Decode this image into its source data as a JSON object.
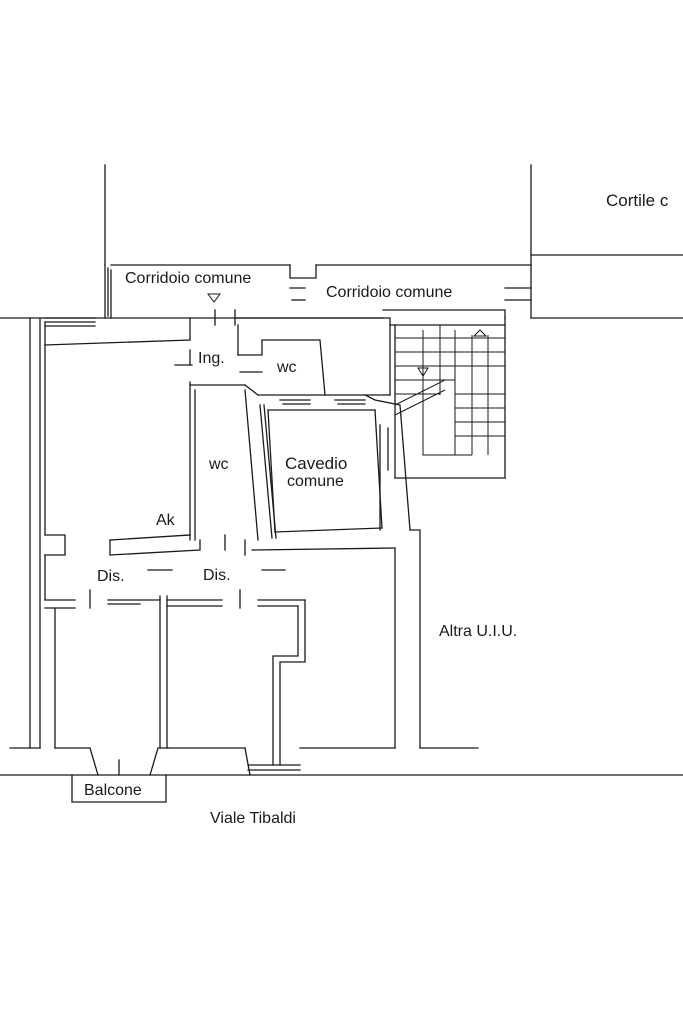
{
  "floor_plan": {
    "labels": {
      "cortile": "Cortile c",
      "corridoio_1": "Corridoio comune",
      "corridoio_2": "Corridoio comune",
      "ingresso": "Ing.",
      "wc_1": "wc",
      "wc_2": "wc",
      "cavedio_line1": "Cavedio",
      "cavedio_line2": "comune",
      "ak": "Ak",
      "dis_1": "Dis.",
      "dis_2": "Dis.",
      "altra_uiu": "Altra U.I.U.",
      "balcone": "Balcone",
      "street": "Viale Tibaldi"
    }
  }
}
